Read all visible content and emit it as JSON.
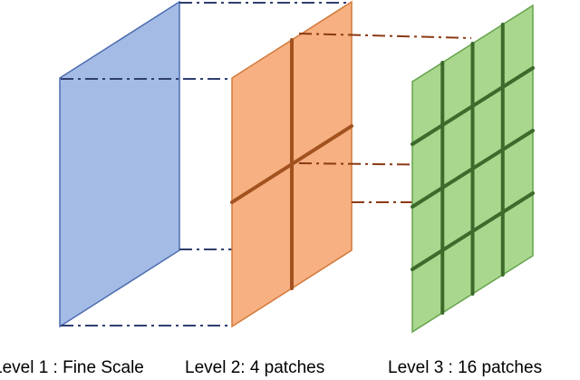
{
  "levels": [
    {
      "label": "Level 1 : Fine Scale",
      "patches": 1,
      "color": "#a4bbe6",
      "edge": "#4d6eaf"
    },
    {
      "label": "Level 2: 4 patches",
      "patches": 4,
      "grid": [
        2,
        2
      ],
      "color": "#f7b082",
      "edge": "#d37a3c",
      "gridline": "#a2521e"
    },
    {
      "label": "Level 3 : 16 patches",
      "patches": 16,
      "grid": [
        4,
        4
      ],
      "color": "#a9d78e",
      "edge": "#65a34b",
      "gridline": "#3c6b2c"
    }
  ],
  "connectors": {
    "level1_to_level2": "#2f3f6f",
    "level2_to_level3": "#8b3a14"
  }
}
